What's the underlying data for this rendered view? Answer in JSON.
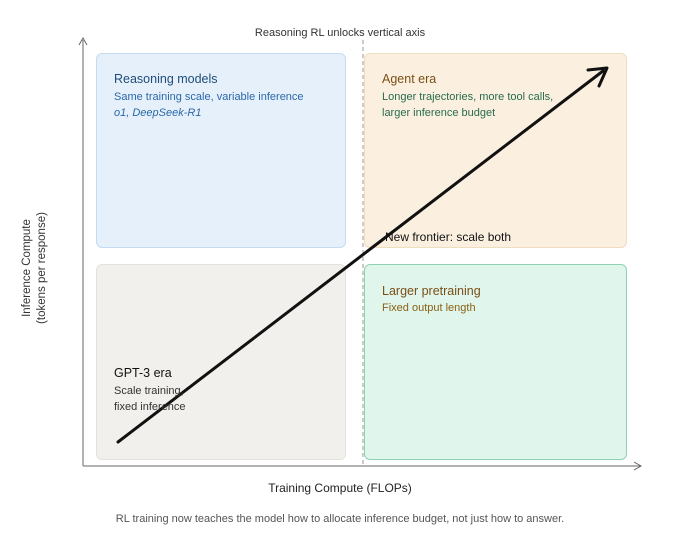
{
  "header": {
    "note": "Reasoning RL unlocks vertical axis"
  },
  "axes": {
    "y_label_line1": "Inference Compute",
    "y_label_line2": "(tokens per response)",
    "x_label": "Training Compute (FLOPs)"
  },
  "quadrants": {
    "reasoning": {
      "title": "Reasoning models",
      "line1": "Same training scale, variable inference",
      "line2": "o1, DeepSeek-R1"
    },
    "agent": {
      "title": "Agent era",
      "line1": "Longer trajectories, more tool calls,",
      "line2": "larger inference budget"
    },
    "gpt3": {
      "title": "GPT-3 era",
      "line1": "Scale training,",
      "line2": "fixed inference"
    },
    "pretraining": {
      "title": "Larger pretraining",
      "line1": "Fixed output length"
    }
  },
  "arrow": {
    "label": "New frontier: scale both"
  },
  "footer": {
    "caption": "RL training now teaches the model how to allocate inference budget, not just how to answer."
  },
  "colors": {
    "reasoning_bg": "#e6f0fb",
    "agent_bg": "#fbf0e0",
    "gpt3_bg": "#f2f0ec",
    "pretraining_bg": "#e0f5ec",
    "pretraining_border": "#8fd2b1"
  }
}
